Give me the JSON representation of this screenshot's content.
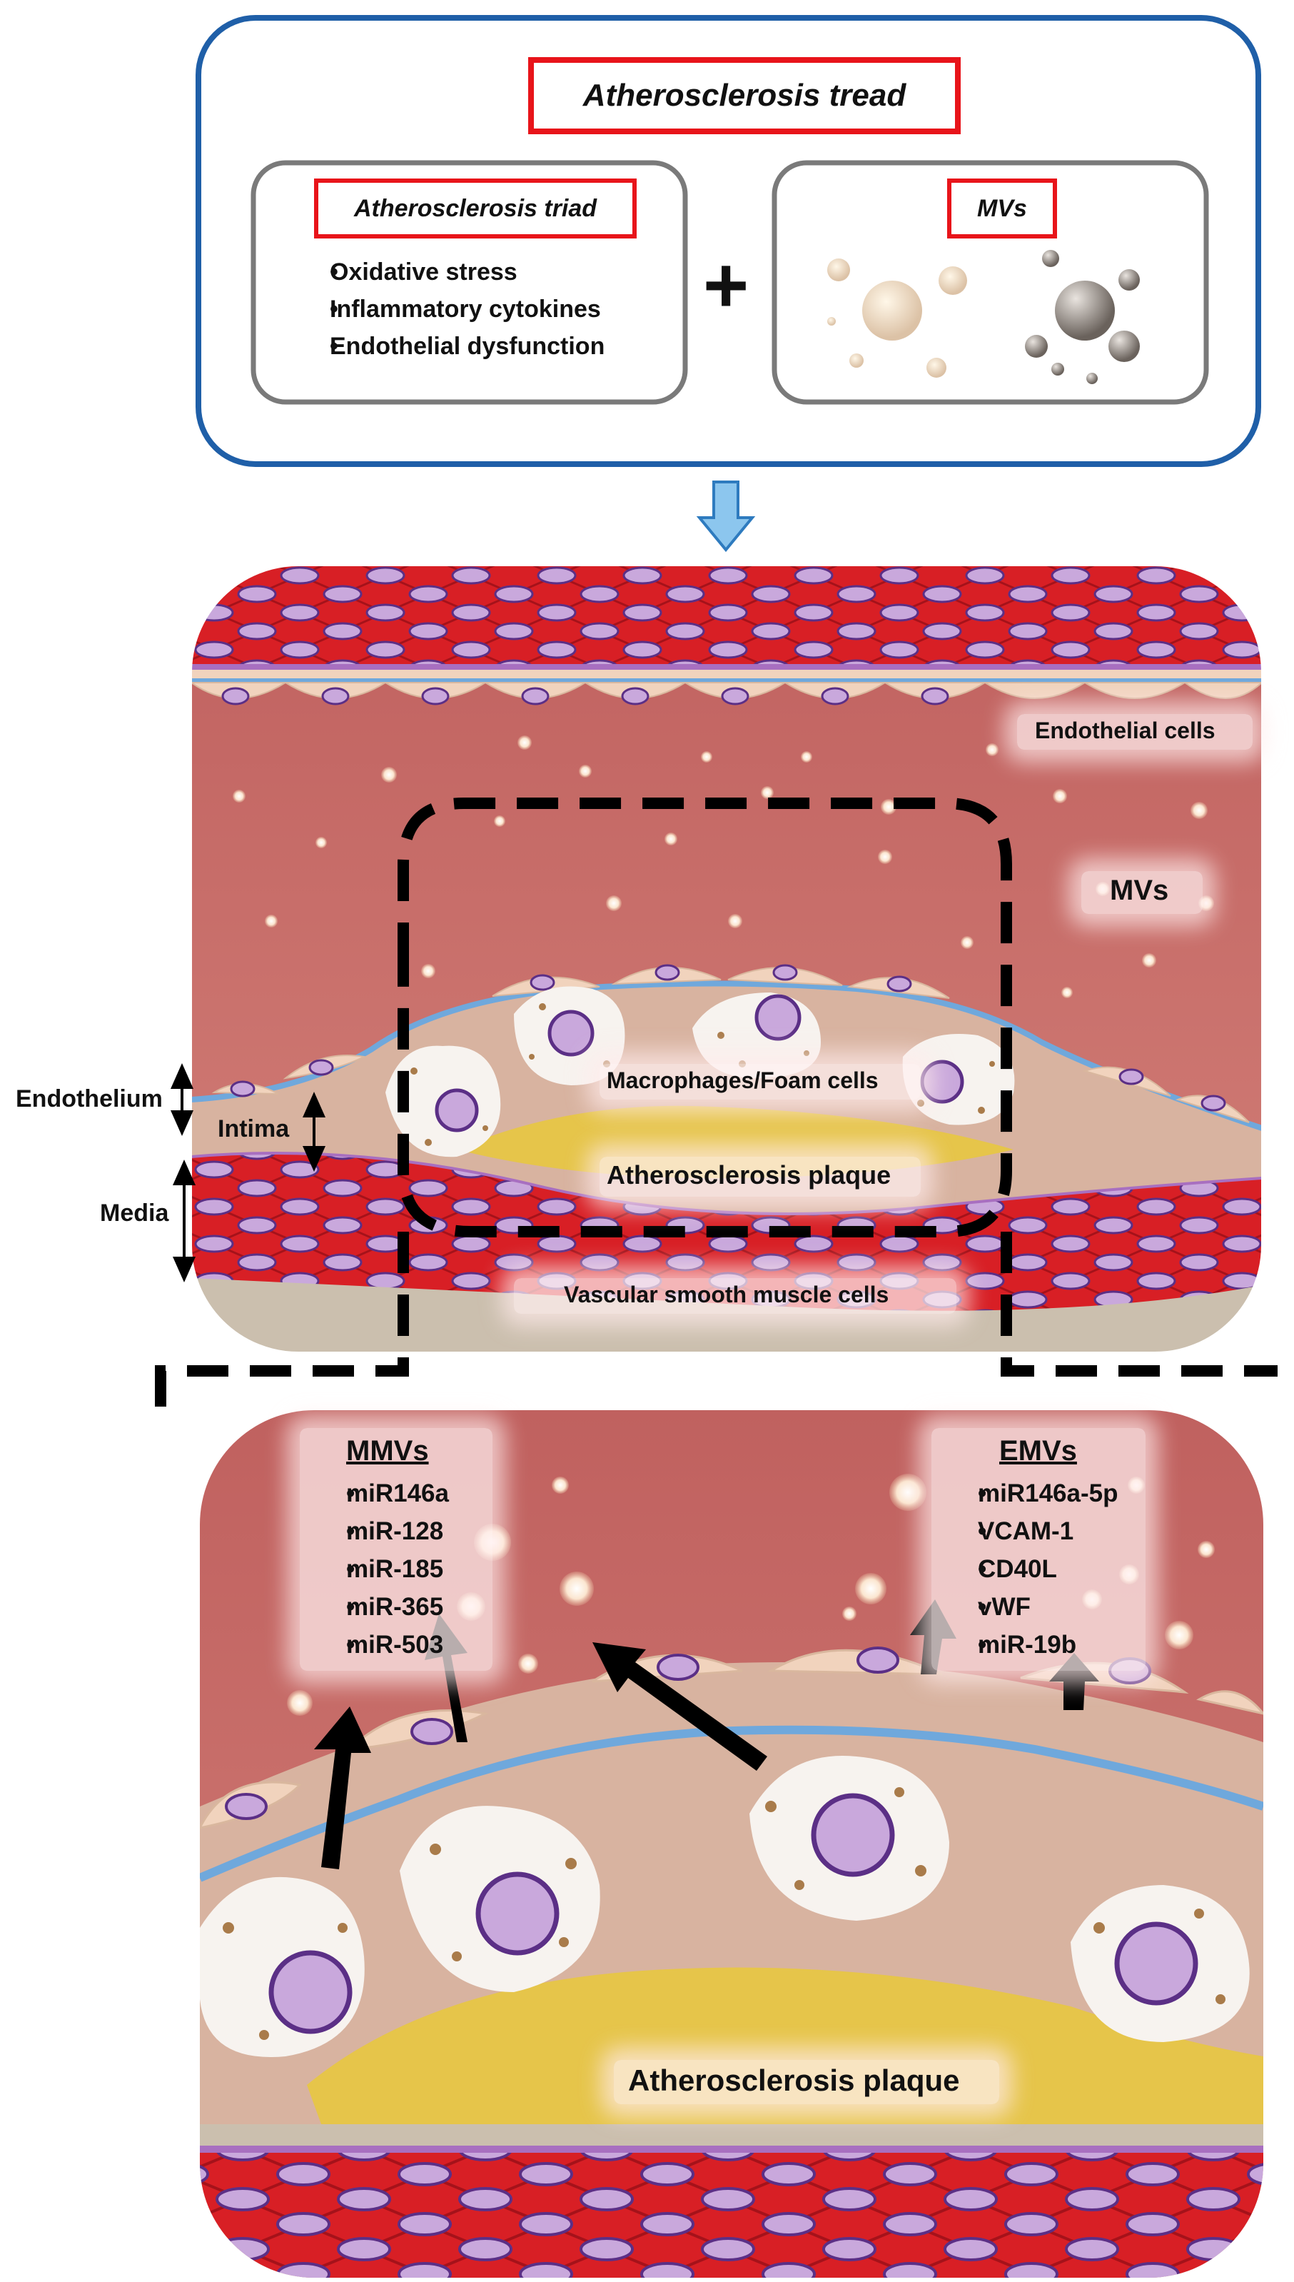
{
  "top_panel": {
    "title": "Atherosclerosis tread",
    "left_box": {
      "title": "Atherosclerosis triad",
      "items": [
        "Oxidative stress",
        "Inflammatory cytokines",
        "Endothelial dysfunction"
      ]
    },
    "plus": "+",
    "right_box": {
      "title": "MVs"
    }
  },
  "vessel_panel": {
    "endothelial_cells": "Endothelial cells",
    "mvs": "MVs",
    "macrophages": "Macrophages/Foam cells",
    "plaque": "Atherosclerosis plaque",
    "vsmc": "Vascular smooth muscle cells",
    "layers": {
      "endothelium": "Endothelium",
      "intima": "Intima",
      "media": "Media"
    }
  },
  "zoom_panel": {
    "mmvs": {
      "title": "MMVs",
      "items": [
        "miR146a",
        "miR-128",
        "miR-185",
        "miR-365",
        "miR-503"
      ]
    },
    "emvs": {
      "title": "EMVs",
      "items": [
        "miR146a-5p",
        "VCAM-1",
        "CD40L",
        "vWF",
        "miR-19b"
      ]
    },
    "plaque": "Atherosclerosis plaque"
  },
  "colors": {
    "frame_blue": "#1f5fa8",
    "label_red": "#e8141a",
    "lumen": "#c96a6a",
    "muscle_red": "#e0242a",
    "nucleus": "#c9a8dc",
    "plaque_yellow": "#e6c54a",
    "endothelial_beige": "#f1d3bd",
    "membrane_blue": "#6fa8dc"
  }
}
